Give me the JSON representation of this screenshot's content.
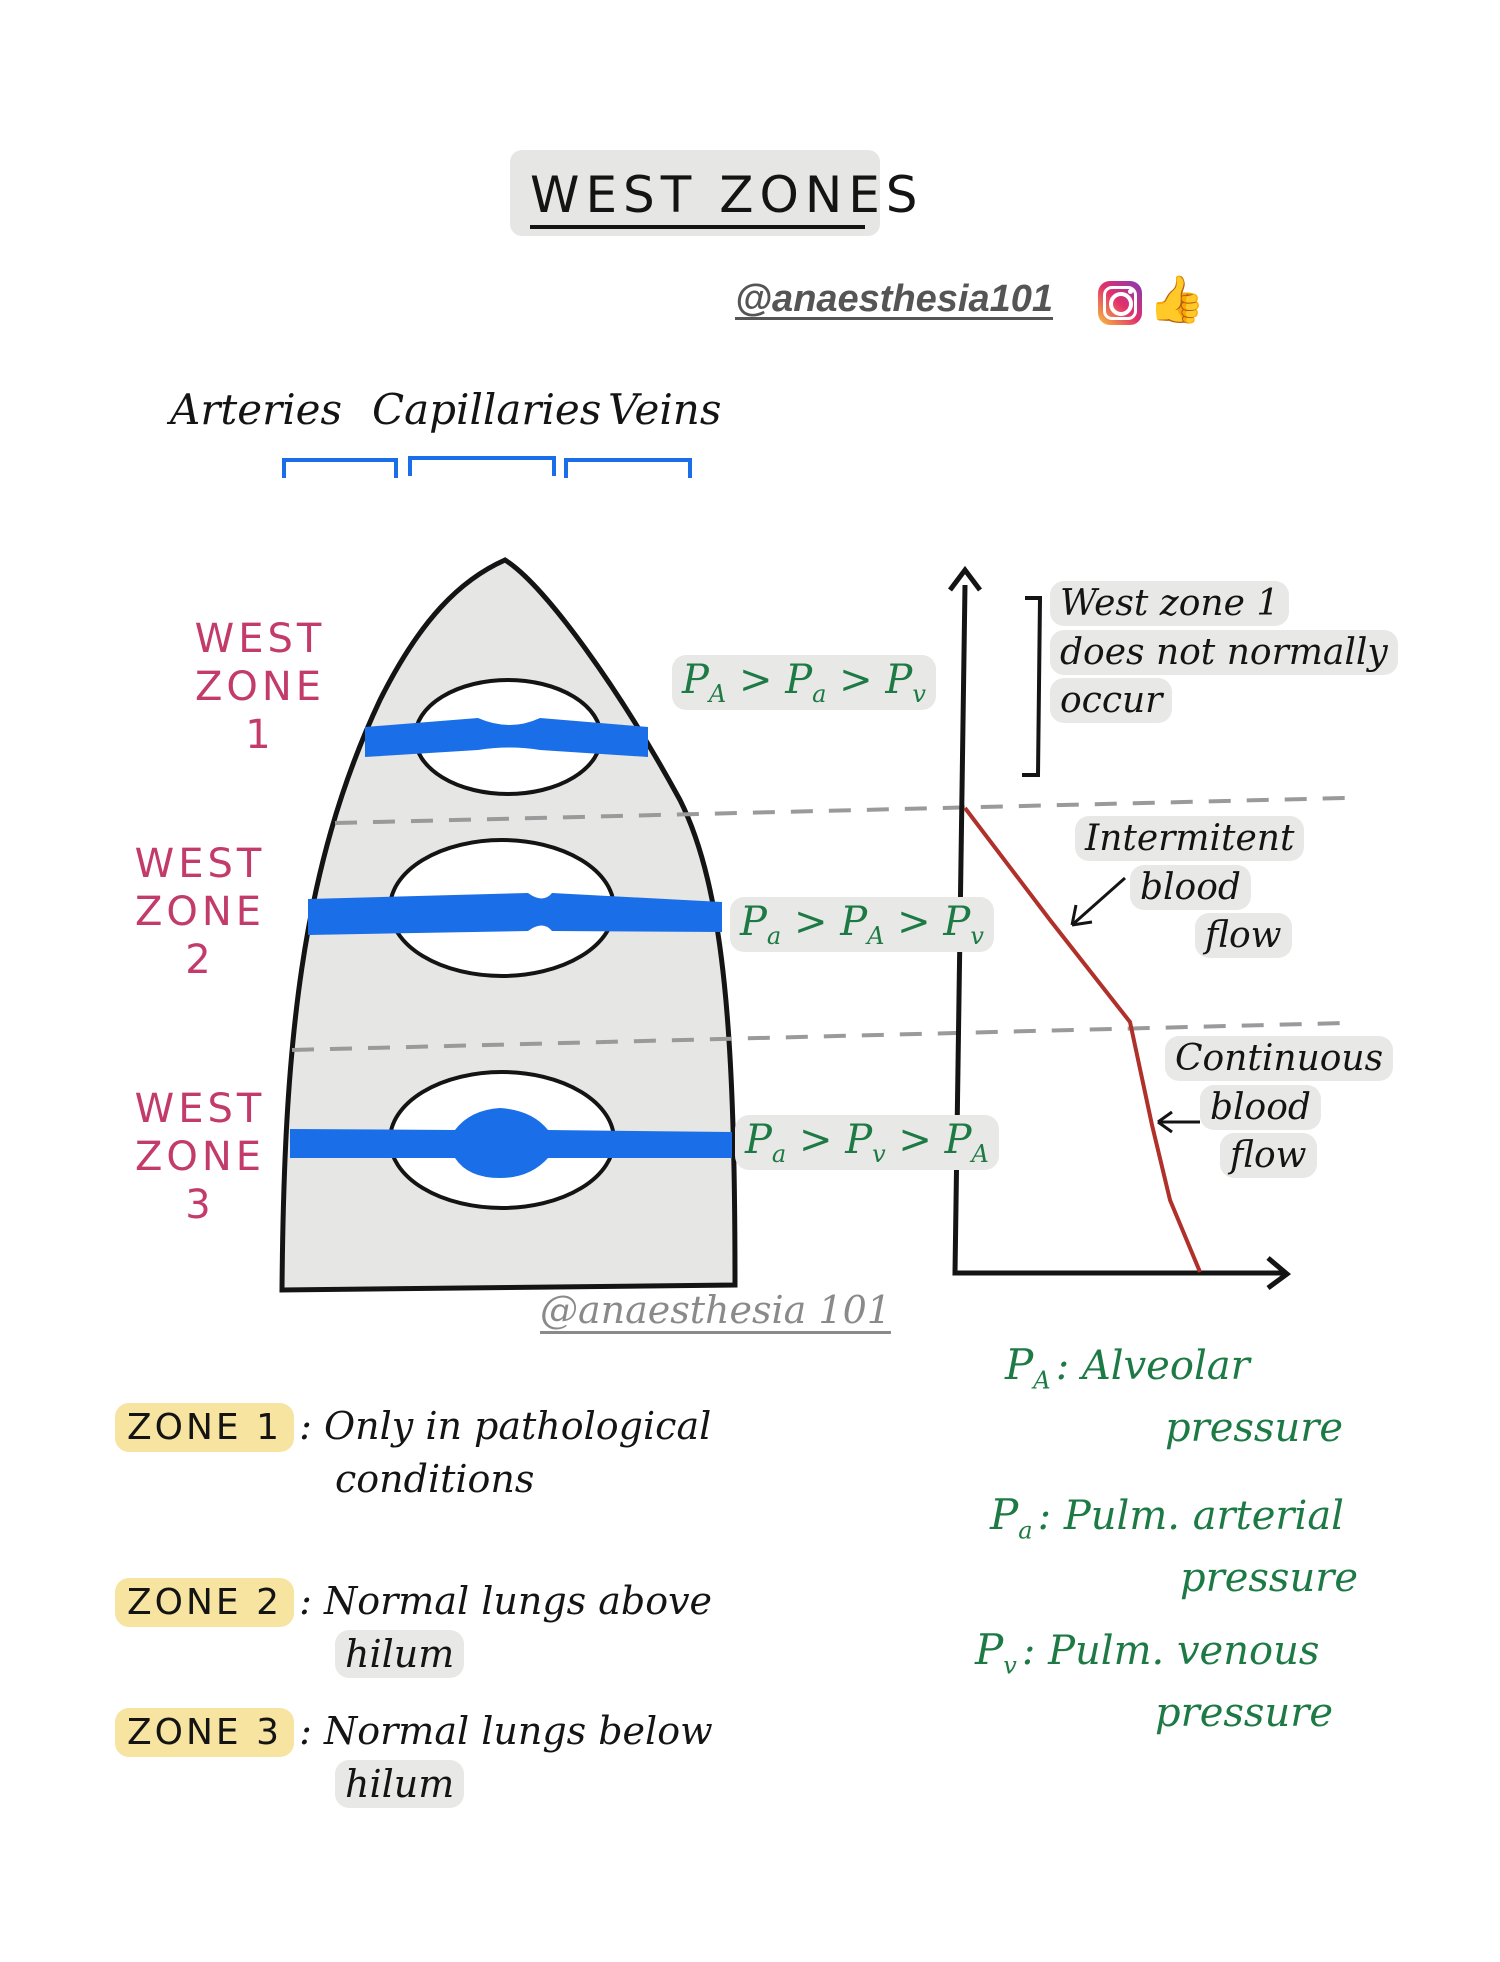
{
  "title": "WEST ZONES",
  "handle": "@anaesthesia101",
  "watermark": "@anaesthesia 101",
  "icons": [
    "instagram-icon",
    "thumbs-up-icon"
  ],
  "colors": {
    "vessel": "#1a6fe8",
    "zone_label": "#c23b6b",
    "pressure_text": "#1d7a45",
    "curve": "#b0302a",
    "highlight_grey": "#e8e8e6",
    "highlight_yellow": "#f7e4a0"
  },
  "vessels": {
    "arteries": "Arteries",
    "capillaries": "Capillaries",
    "veins": "Veins"
  },
  "zones": [
    {
      "label_line1": "WEST ZONE",
      "label_line2": "1",
      "rel": [
        {
          "sym": "P",
          "sub": "A"
        },
        {
          "op": ">"
        },
        {
          "sym": "P",
          "sub": "a"
        },
        {
          "op": ">"
        },
        {
          "sym": "P",
          "sub": "v"
        }
      ]
    },
    {
      "label_line1": "WEST",
      "label_line2": "ZONE",
      "label_line3": "2",
      "rel": [
        {
          "sym": "P",
          "sub": "a"
        },
        {
          "op": ">"
        },
        {
          "sym": "P",
          "sub": "A"
        },
        {
          "op": ">"
        },
        {
          "sym": "P",
          "sub": "v"
        }
      ]
    },
    {
      "label_line1": "WEST",
      "label_line2": "ZONE",
      "label_line3": "3",
      "rel": [
        {
          "sym": "P",
          "sub": "a"
        },
        {
          "op": ">"
        },
        {
          "sym": "P",
          "sub": "v"
        },
        {
          "op": ">"
        },
        {
          "sym": "P",
          "sub": "A"
        }
      ]
    }
  ],
  "graph": {
    "note_zone1": [
      "West zone 1",
      "does not normally",
      "occur"
    ],
    "note_zone2": [
      "Intermitent",
      "blood",
      "flow"
    ],
    "note_zone3": [
      "Continuous",
      "blood",
      "flow"
    ]
  },
  "key": [
    {
      "zone": "ZONE 1",
      "desc_line1": "Only in pathological",
      "desc_line2": "conditions"
    },
    {
      "zone": "ZONE 2",
      "desc_line1": "Normal lungs above",
      "desc_line2": "hilum"
    },
    {
      "zone": "ZONE 3",
      "desc_line1": "Normal lungs below",
      "desc_line2": "hilum"
    }
  ],
  "legend": [
    {
      "sym": "P",
      "sub": "A",
      "line1": "Alveolar",
      "line2": "pressure"
    },
    {
      "sym": "P",
      "sub": "a",
      "line1": "Pulm. arterial",
      "line2": "pressure"
    },
    {
      "sym": "P",
      "sub": "v",
      "line1": "Pulm. venous",
      "line2": "pressure"
    }
  ]
}
